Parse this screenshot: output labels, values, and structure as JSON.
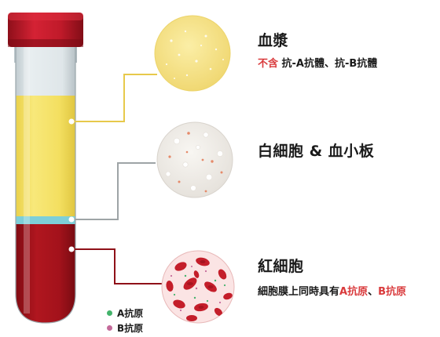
{
  "plasma": {
    "title": "血漿",
    "desc_highlight": "不含",
    "desc_rest": " 抗-A抗體、抗-B抗體"
  },
  "wbc": {
    "title": "白細胞 & 血小板"
  },
  "rbc": {
    "title": "紅細胞",
    "desc_prefix": "細胞膜上同時具有",
    "antigen_a": "A抗原",
    "separator": "、",
    "antigen_b": "B抗原"
  },
  "legend": {
    "a_label": "A抗原",
    "a_color": "#43b36b",
    "b_label": "B抗原",
    "b_color": "#c46a9a"
  },
  "colors": {
    "plasma": "#f6e27a",
    "buffy": "#7ecfd8",
    "rbc": "#a8141e",
    "cap": "#c01a2a",
    "highlight": "#d9393b"
  }
}
